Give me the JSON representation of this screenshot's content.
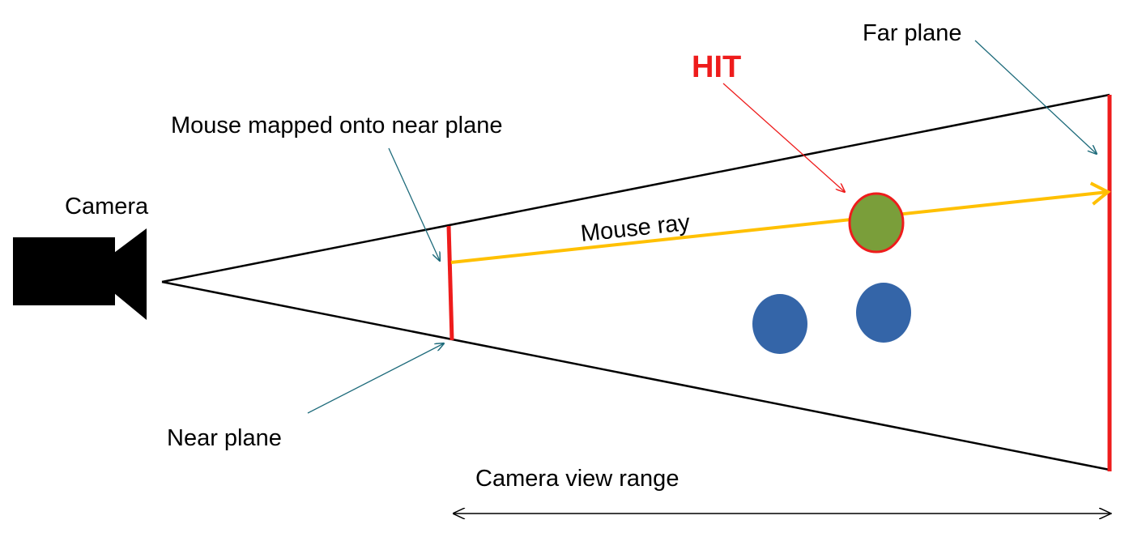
{
  "labels": {
    "camera": "Camera",
    "near_mapped": "Mouse mapped onto near plane",
    "hit": "HIT",
    "far_plane": "Far plane",
    "mouse_ray": "Mouse ray",
    "near_plane": "Near plane",
    "view_range": "Camera view range"
  },
  "colors": {
    "frustum": "#000000",
    "plane": "#ee1c1c",
    "ray": "#ffc000",
    "hit_fill": "#7a9e3a",
    "hit_outline": "#ee1c1c",
    "object_fill": "#3465a8",
    "annotation_arrow": "#1e6b7b",
    "hit_arrow": "#ee1c1c",
    "hit_text": "#ee1c1c"
  },
  "icons": {
    "camera": "video-camera-icon"
  },
  "objects": [
    {
      "name": "hit-object",
      "hit": true
    },
    {
      "name": "object",
      "hit": false
    },
    {
      "name": "object",
      "hit": false
    }
  ]
}
